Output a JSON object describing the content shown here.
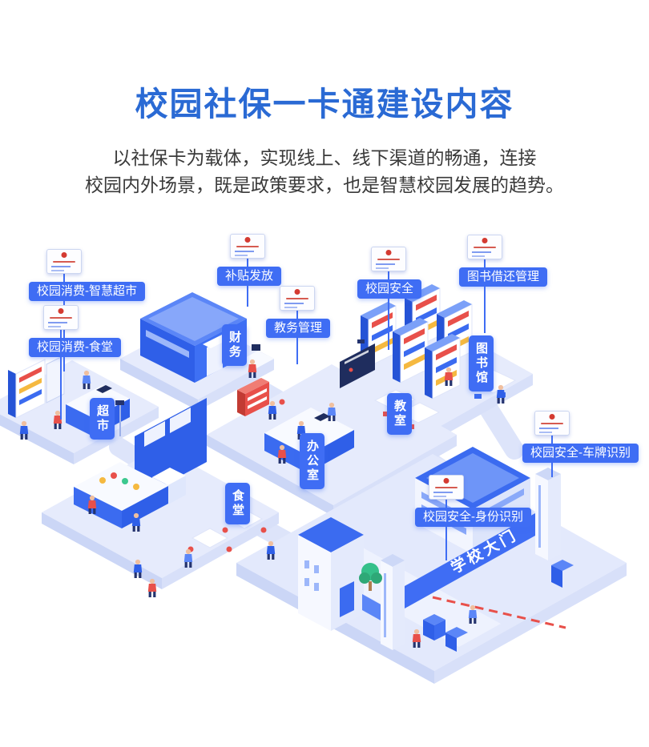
{
  "header": {
    "title": "校园社保一卡通建设内容",
    "subtitle_line1": "以社保卡为载体，实现线上、线下渠道的畅通，连接",
    "subtitle_line2": "校园内外场景，既是政策要求，也是智慧校园发展的趋势。"
  },
  "colors": {
    "title_blue": "#2a6ad4",
    "callout_blue": "#3f6df4",
    "building_blue": "#2f5fe8",
    "accent_red": "#e8504a",
    "platform_light": "#e6ebfc"
  },
  "card_icon_name": "social-security-card-icon",
  "callouts": [
    {
      "id": "smart-market",
      "label": "校园消费-智慧超市"
    },
    {
      "id": "canteen-consume",
      "label": "校园消费-食堂"
    },
    {
      "id": "subsidy",
      "label": "补贴发放"
    },
    {
      "id": "academic",
      "label": "教务管理"
    },
    {
      "id": "security",
      "label": "校园安全"
    },
    {
      "id": "library-mgmt",
      "label": "图书借还管理"
    },
    {
      "id": "plate-recognition",
      "label": "校园安全-车牌识别"
    },
    {
      "id": "id-recognition",
      "label": "校园安全-身份识别"
    }
  ],
  "location_tags": [
    {
      "id": "finance",
      "label": "财务"
    },
    {
      "id": "supermarket",
      "label": "超市"
    },
    {
      "id": "office",
      "label": "办公室"
    },
    {
      "id": "classroom",
      "label": "教室"
    },
    {
      "id": "library",
      "label": "图书馆"
    },
    {
      "id": "canteen",
      "label": "食堂"
    },
    {
      "id": "school-gate",
      "label": "学校大门"
    }
  ]
}
